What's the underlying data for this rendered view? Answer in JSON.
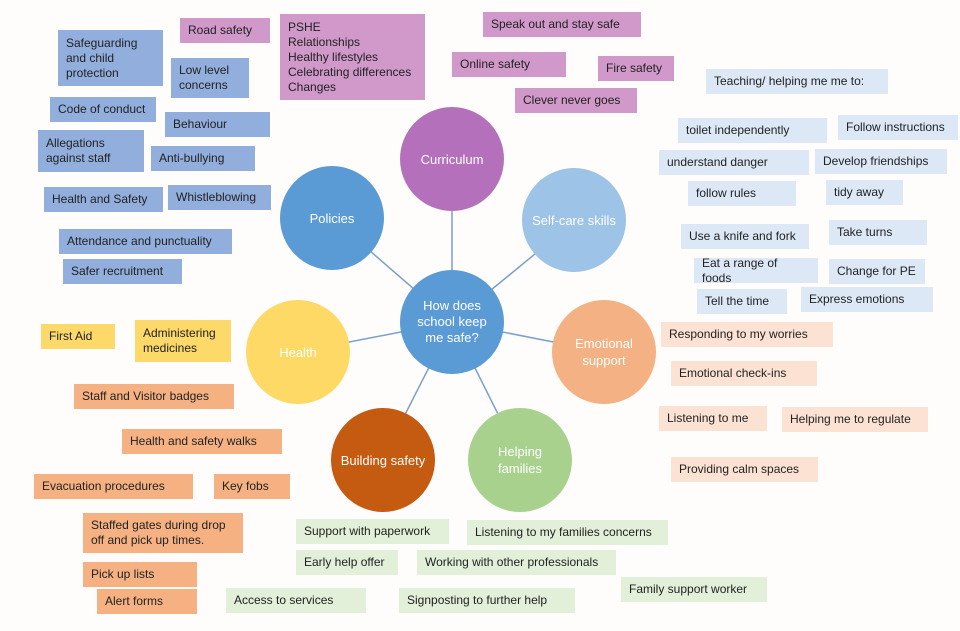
{
  "center": "How does school keep me safe?",
  "hubs": {
    "curriculum": "Curriculum",
    "self_care": "Self-care skills",
    "emotional": "Emotional support",
    "helping_families": "Helping families",
    "building_safety": "Building safety",
    "health": "Health",
    "policies": "Policies"
  },
  "curriculum_items": {
    "road_safety": "Road safety",
    "pshe": [
      "PSHE",
      "Relationships",
      "Healthy lifestyles",
      "Celebrating differences",
      "Changes"
    ],
    "speak_out": "Speak out and stay safe",
    "online_safety": "Online safety",
    "fire_safety": "Fire safety",
    "clever_never_goes": "Clever never goes"
  },
  "policy_items": {
    "safeguarding": "Safeguarding and child protection",
    "low_level": "Low level concerns",
    "code_of_conduct": "Code of conduct",
    "behaviour": "Behaviour",
    "allegations": "Allegations against staff",
    "anti_bullying": "Anti-bullying",
    "health_and_safety": "Health and Safety",
    "whistleblowing": "Whistleblowing",
    "attendance": "Attendance and punctuality",
    "safer_recruitment": "Safer recruitment"
  },
  "selfcare_items": {
    "teaching": "Teaching/ helping me  me to:",
    "toilet": "toilet independently",
    "follow_instructions": "Follow instructions",
    "understand_danger": "understand danger",
    "develop_friendships": "Develop friendships",
    "follow_rules": "follow rules",
    "tidy_away": "tidy away",
    "knife_fork": "Use a knife and fork",
    "take_turns": "Take turns",
    "range_of_foods": "Eat a range of foods",
    "change_pe": "Change for PE",
    "tell_time": "Tell the time",
    "express_emotions": "Express emotions"
  },
  "emotional_items": {
    "worries": "Responding to my worries",
    "check_ins": "Emotional check-ins",
    "listening": "Listening to me",
    "regulate": "Helping me to regulate",
    "calm_spaces": "Providing calm spaces"
  },
  "health_items": {
    "first_aid": "First Aid",
    "medicines": "Administering medicines"
  },
  "building_items": {
    "badges": "Staff and Visitor badges",
    "walks": "Health and safety walks",
    "evacuation": "Evacuation procedures",
    "key_fobs": "Key fobs",
    "staffed_gates": "Staffed gates during drop off and pick up times.",
    "pickup_lists": "Pick up lists",
    "alert_forms": "Alert forms"
  },
  "family_items": {
    "paperwork": "Support with paperwork",
    "families_concerns": "Listening to my families concerns",
    "early_help": "Early help offer",
    "professionals": "Working with other professionals",
    "family_worker": "Family support worker",
    "access_services": "Access to services",
    "signposting": "Signposting to further help"
  },
  "colors": {
    "curriculum": "#b570bc",
    "self_care": "#9dc3e6",
    "emotional": "#f4b183",
    "helping_families": "#a9d18e",
    "building_safety": "#c55a11",
    "health": "#ffd966",
    "policies": "#5b9bd5",
    "center": "#5b9bd5"
  }
}
